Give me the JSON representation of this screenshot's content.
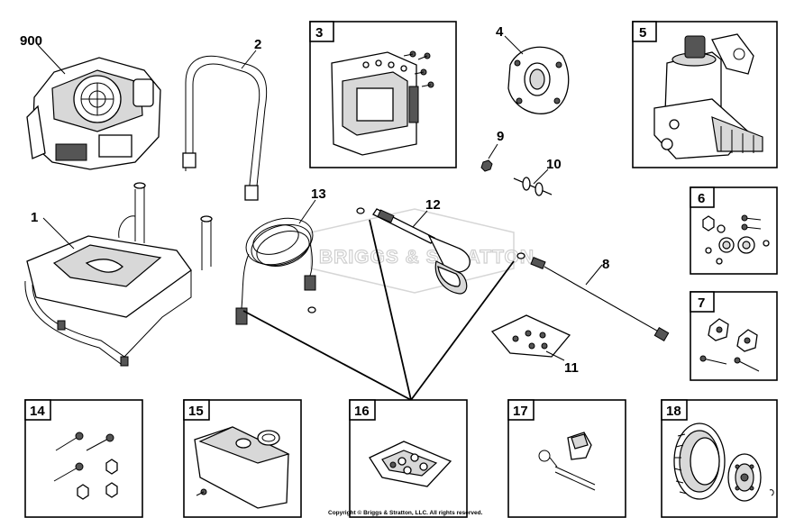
{
  "watermark": "BRIGGS & STRATTON",
  "copyright": "Copyright © Briggs & Stratton, LLC. All rights reserved.",
  "parts": [
    {
      "id": "900",
      "label": "900",
      "icon": "engine-icon"
    },
    {
      "id": "1",
      "label": "1",
      "icon": "frame-base-icon"
    },
    {
      "id": "2",
      "label": "2",
      "icon": "handle-icon"
    },
    {
      "id": "3",
      "label": "3",
      "icon": "control-panel-icon"
    },
    {
      "id": "4",
      "label": "4",
      "icon": "hose-reel-bracket-icon"
    },
    {
      "id": "5",
      "label": "5",
      "icon": "pump-icon"
    },
    {
      "id": "6",
      "label": "6",
      "icon": "wheel-hardware-kit-icon"
    },
    {
      "id": "7",
      "label": "7",
      "icon": "knob-kit-icon"
    },
    {
      "id": "8",
      "label": "8",
      "icon": "lance-icon"
    },
    {
      "id": "9",
      "label": "9",
      "icon": "nut-icon"
    },
    {
      "id": "10",
      "label": "10",
      "icon": "axle-icon"
    },
    {
      "id": "11",
      "label": "11",
      "icon": "nozzle-pack-icon"
    },
    {
      "id": "12",
      "label": "12",
      "icon": "spray-gun-icon"
    },
    {
      "id": "13",
      "label": "13",
      "icon": "high-pressure-hose-icon"
    },
    {
      "id": "14",
      "label": "14",
      "icon": "bolt-kit-icon"
    },
    {
      "id": "15",
      "label": "15",
      "icon": "soap-tank-icon"
    },
    {
      "id": "16",
      "label": "16",
      "icon": "nozzle-holder-icon"
    },
    {
      "id": "17",
      "label": "17",
      "icon": "pin-kit-icon"
    },
    {
      "id": "18",
      "label": "18",
      "icon": "wheel-icon"
    }
  ]
}
